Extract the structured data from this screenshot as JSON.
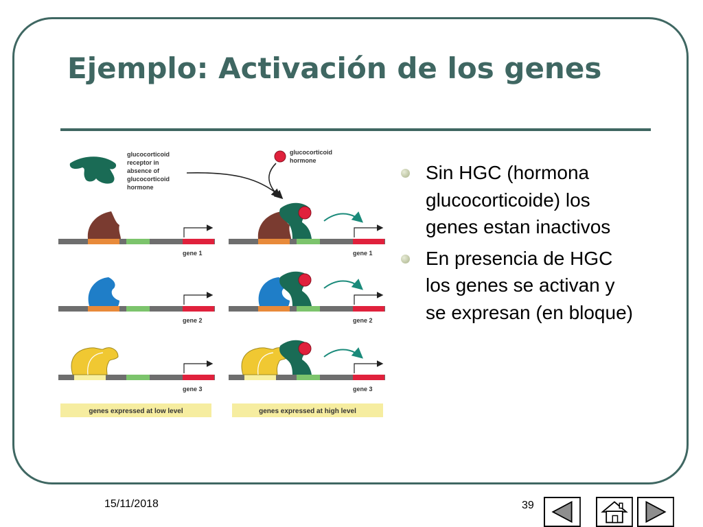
{
  "slide": {
    "title": "Ejemplo: Activación de los genes",
    "date": "15/11/2018",
    "page_number": "39"
  },
  "diagram": {
    "receptor_label": [
      "glucocorticoid",
      "receptor in",
      "absence of",
      "glucocorticoid",
      "hormone"
    ],
    "hormone_label": [
      "glucocorticoid",
      "hormone"
    ],
    "genes": [
      "gene 1",
      "gene 2",
      "gene 3",
      "gene 1",
      "gene 2",
      "gene 3"
    ],
    "low_caption": "genes expressed at low level",
    "high_caption": "genes expressed at high level"
  },
  "bullets": [
    "Sin HGC (hormona glucocorticoide) los genes estan inactivos",
    "En presencia de HGC  los genes se activan y se expresan (en bloque)"
  ],
  "nav": {
    "icons": [
      "arrow-left-icon",
      "home-icon",
      "arrow-right-icon"
    ]
  },
  "colors": {
    "theme": "#3f6762",
    "receptor": "#1a6b55",
    "hormone": "#e0213c",
    "factor1": "#7a3b30",
    "factor2": "#1f7ec8",
    "factor3": "#f0c832",
    "caption_bg": "#f6eda0"
  }
}
